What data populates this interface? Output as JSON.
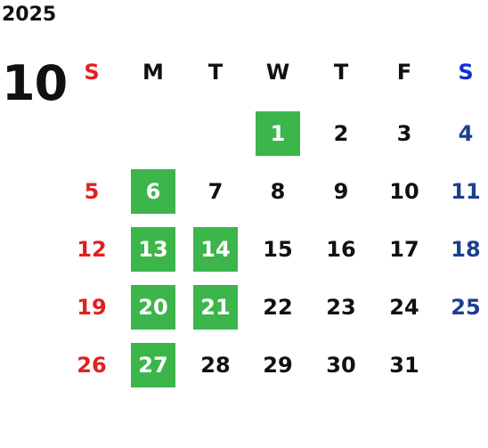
{
  "calendar": {
    "year": "2025",
    "month": "10",
    "weekdays": [
      "S",
      "M",
      "T",
      "W",
      "T",
      "F",
      "S"
    ],
    "weeks": [
      [
        "",
        "",
        "",
        "1",
        "2",
        "3",
        "4"
      ],
      [
        "5",
        "6",
        "7",
        "8",
        "9",
        "10",
        "11"
      ],
      [
        "12",
        "13",
        "14",
        "15",
        "16",
        "17",
        "18"
      ],
      [
        "19",
        "20",
        "21",
        "22",
        "23",
        "24",
        "25"
      ],
      [
        "26",
        "27",
        "28",
        "29",
        "30",
        "31",
        ""
      ]
    ],
    "highlighted_days": [
      "1",
      "6",
      "13",
      "14",
      "20",
      "21",
      "27"
    ]
  },
  "colors": {
    "sunday": "#e02020",
    "saturday_header": "#1030d0",
    "saturday_days": "#1c3f8f",
    "weekday": "#111111",
    "highlight_bg": "#3cb54a",
    "highlight_text": "#ffffff"
  }
}
